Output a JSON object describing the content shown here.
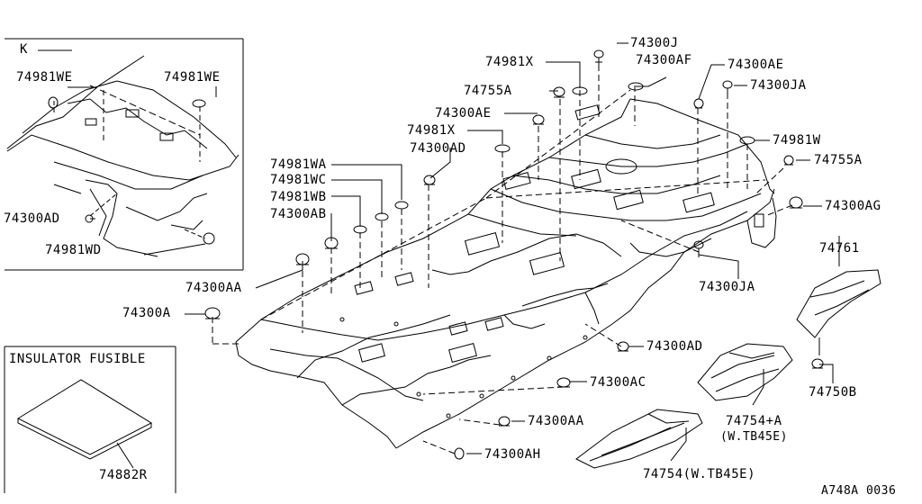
{
  "inset_k": {
    "letter": "K",
    "labels": {
      "we_left": "74981WE",
      "we_right": "74981WE",
      "ad": "74300AD",
      "wd": "74981WD"
    }
  },
  "insulator": {
    "title": "INSULATOR FUSIBLE",
    "part": "74882R"
  },
  "callouts": {
    "x_top": "74981X",
    "j": "74300J",
    "af": "74300AF",
    "ae_top": "74300AE",
    "ja_top": "74300JA",
    "a755_top": "74755A",
    "ae_mid": "74300AE",
    "x_mid": "74981X",
    "w": "74981W",
    "ad_mid": "74300AD",
    "a755_right": "74755A",
    "wa": "74981WA",
    "wc": "74981WC",
    "wb": "74981WB",
    "ag": "74300AG",
    "ab": "74300AB",
    "p74761": "74761",
    "aa_left": "74300AA",
    "ja_low": "74300JA",
    "a": "74300A",
    "ad_low": "74300AD",
    "b750": "74750B",
    "ac": "74300AC",
    "p754a": "74754+A",
    "p754a_note": "(W.TB45E)",
    "aa_low": "74300AA",
    "ah": "74300AH",
    "p754": "74754(W.TB45E)"
  },
  "figure_code": "A748A 0036"
}
